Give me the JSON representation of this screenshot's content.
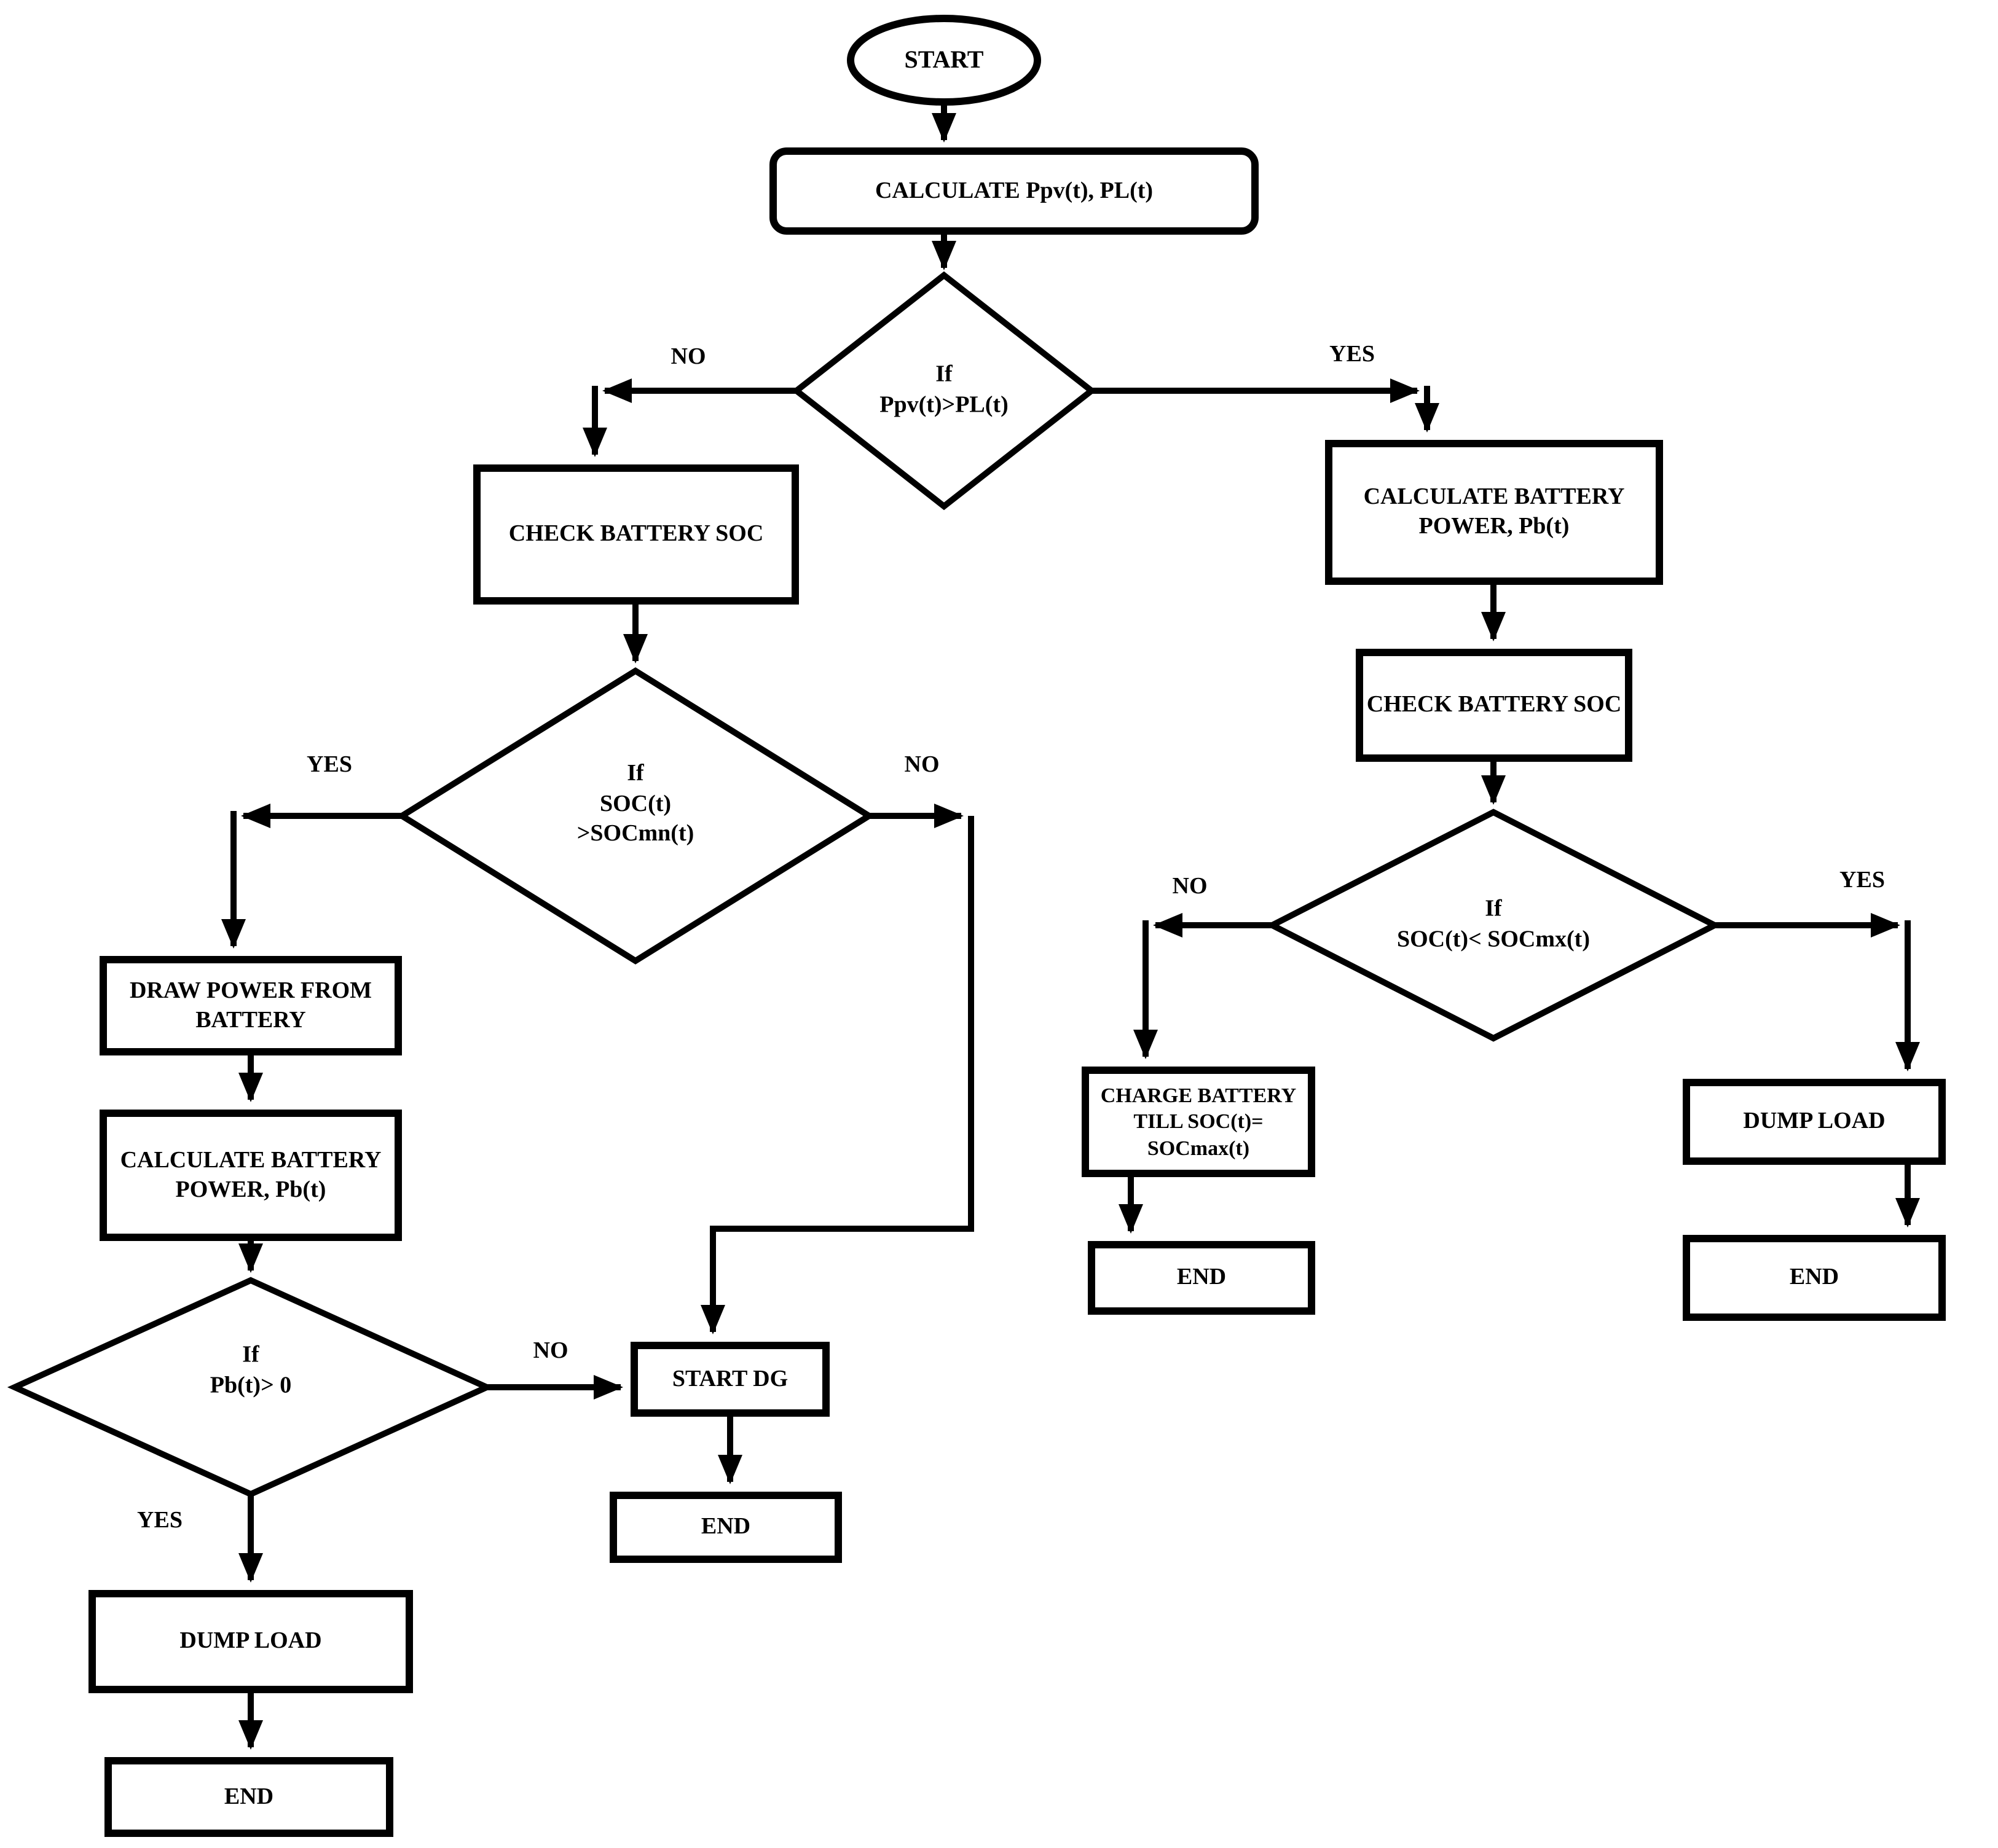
{
  "diagram": {
    "type": "flowchart",
    "colors": {
      "stroke": "#000000",
      "background": "#ffffff",
      "text": "#000000"
    },
    "nodes": {
      "start": "START",
      "calc_ppv": "CALCULATE Ppv(t), PL(t)",
      "decision_pv": "If\nPpv(t)>PL(t)",
      "check_soc_left": "CHECK BATTERY SOC",
      "decision_soc_min": "If\nSOC(t)\n>SOCmn(t)",
      "draw_power": "DRAW POWER FROM\nBATTERY",
      "calc_pb_left": "CALCULATE BATTERY\nPOWER, Pb(t)",
      "decision_pb": "If\nPb(t)> 0",
      "start_dg": "START DG",
      "end_after_dg": "END",
      "dump_load_left": "DUMP LOAD",
      "end_left": "END",
      "calc_pb_right": "CALCULATE BATTERY\nPOWER, Pb(t)",
      "check_soc_right": "CHECK BATTERY SOC",
      "decision_soc_max": "If\nSOC(t)< SOCmx(t)",
      "charge_battery": "CHARGE BATTERY\nTILL SOC(t)=\nSOCmax(t)",
      "end_after_charge": "END",
      "dump_load_right": "DUMP LOAD",
      "end_right": "END"
    },
    "edge_labels": {
      "pv_no": "NO",
      "pv_yes": "YES",
      "soc_min_yes": "YES",
      "soc_min_no": "NO",
      "pb_no": "NO",
      "pb_yes": "YES",
      "soc_max_no": "NO",
      "soc_max_yes": "YES"
    },
    "edges": [
      {
        "from": "start",
        "to": "calc_ppv",
        "label": ""
      },
      {
        "from": "calc_ppv",
        "to": "decision_pv",
        "label": ""
      },
      {
        "from": "decision_pv",
        "to": "check_soc_left",
        "label": "NO"
      },
      {
        "from": "decision_pv",
        "to": "calc_pb_right",
        "label": "YES"
      },
      {
        "from": "check_soc_left",
        "to": "decision_soc_min",
        "label": ""
      },
      {
        "from": "decision_soc_min",
        "to": "draw_power",
        "label": "YES"
      },
      {
        "from": "decision_soc_min",
        "to": "start_dg",
        "label": "NO"
      },
      {
        "from": "draw_power",
        "to": "calc_pb_left",
        "label": ""
      },
      {
        "from": "calc_pb_left",
        "to": "decision_pb",
        "label": ""
      },
      {
        "from": "decision_pb",
        "to": "start_dg",
        "label": "NO"
      },
      {
        "from": "decision_pb",
        "to": "dump_load_left",
        "label": "YES"
      },
      {
        "from": "start_dg",
        "to": "end_after_dg",
        "label": ""
      },
      {
        "from": "dump_load_left",
        "to": "end_left",
        "label": ""
      },
      {
        "from": "calc_pb_right",
        "to": "check_soc_right",
        "label": ""
      },
      {
        "from": "check_soc_right",
        "to": "decision_soc_max",
        "label": ""
      },
      {
        "from": "decision_soc_max",
        "to": "charge_battery",
        "label": "NO"
      },
      {
        "from": "decision_soc_max",
        "to": "dump_load_right",
        "label": "YES"
      },
      {
        "from": "charge_battery",
        "to": "end_after_charge",
        "label": ""
      },
      {
        "from": "dump_load_right",
        "to": "end_right",
        "label": ""
      }
    ]
  }
}
